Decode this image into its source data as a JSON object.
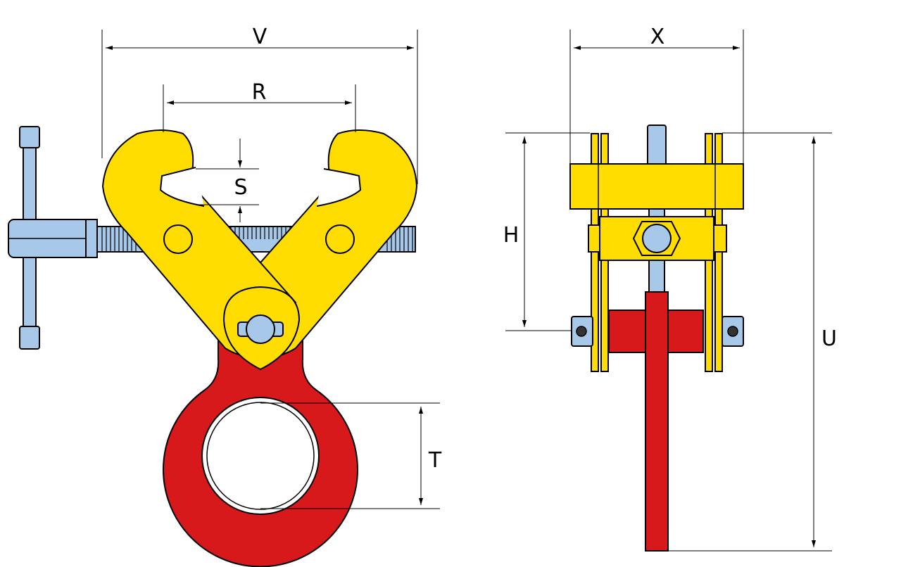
{
  "labels": {
    "v": "V",
    "r": "R",
    "s": "S",
    "t": "T",
    "x": "X",
    "h": "H",
    "u": "U"
  },
  "colors": {
    "jaw_yellow": "#FFDD00",
    "eye_red": "#D7191C",
    "screw_blue": "#A8C8EA",
    "outline": "#000000",
    "background": "#FFFFFF"
  }
}
